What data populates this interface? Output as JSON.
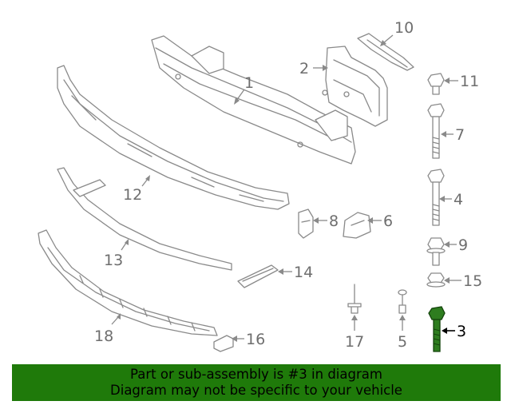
{
  "callouts": [
    {
      "id": "1",
      "label": "1"
    },
    {
      "id": "2",
      "label": "2"
    },
    {
      "id": "3",
      "label": "3",
      "highlighted": true
    },
    {
      "id": "4",
      "label": "4"
    },
    {
      "id": "5",
      "label": "5"
    },
    {
      "id": "6",
      "label": "6"
    },
    {
      "id": "7",
      "label": "7"
    },
    {
      "id": "8",
      "label": "8"
    },
    {
      "id": "9",
      "label": "9"
    },
    {
      "id": "10",
      "label": "10"
    },
    {
      "id": "11",
      "label": "11"
    },
    {
      "id": "12",
      "label": "12"
    },
    {
      "id": "13",
      "label": "13"
    },
    {
      "id": "14",
      "label": "14"
    },
    {
      "id": "15",
      "label": "15"
    },
    {
      "id": "16",
      "label": "16"
    },
    {
      "id": "17",
      "label": "17"
    },
    {
      "id": "18",
      "label": "18"
    }
  ],
  "banner": {
    "line1": "Part or sub-assembly is #3 in diagram",
    "line2": "Diagram may not be specific to your vehicle"
  },
  "colors": {
    "banner_bg": "#1f7a0a",
    "highlight_part": "#2e7d1f",
    "line_art": "#8a8a8a"
  }
}
